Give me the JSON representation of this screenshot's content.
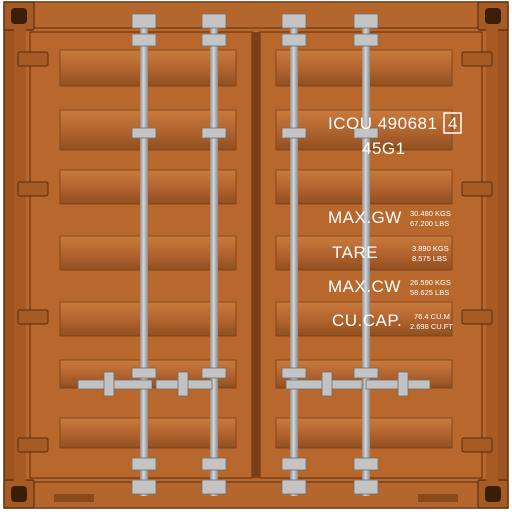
{
  "container": {
    "body_color": "#b8682d",
    "shadow_color": "#8a4a1c",
    "highlight_color": "#cf8343",
    "bar_color": "#b9b9b9",
    "markings": {
      "owner_code": "ICOU 490681",
      "check_digit": "4",
      "size_type": "45G1",
      "max_gw_label": "MAX.GW",
      "max_gw_kg": "30.480 KGS",
      "max_gw_lb": "67.200 LBS",
      "tare_label": "TARE",
      "tare_kg": "3.890 KGS",
      "tare_lb": "8.575 LBS",
      "max_cw_label": "MAX.CW",
      "max_cw_kg": "26.590 KGS",
      "max_cw_lb": "58.625 LBS",
      "cu_cap_label": "CU.CAP.",
      "cu_cap_m": "76.4 CU.M",
      "cu_cap_ft": "2.698 CU.FT"
    }
  }
}
